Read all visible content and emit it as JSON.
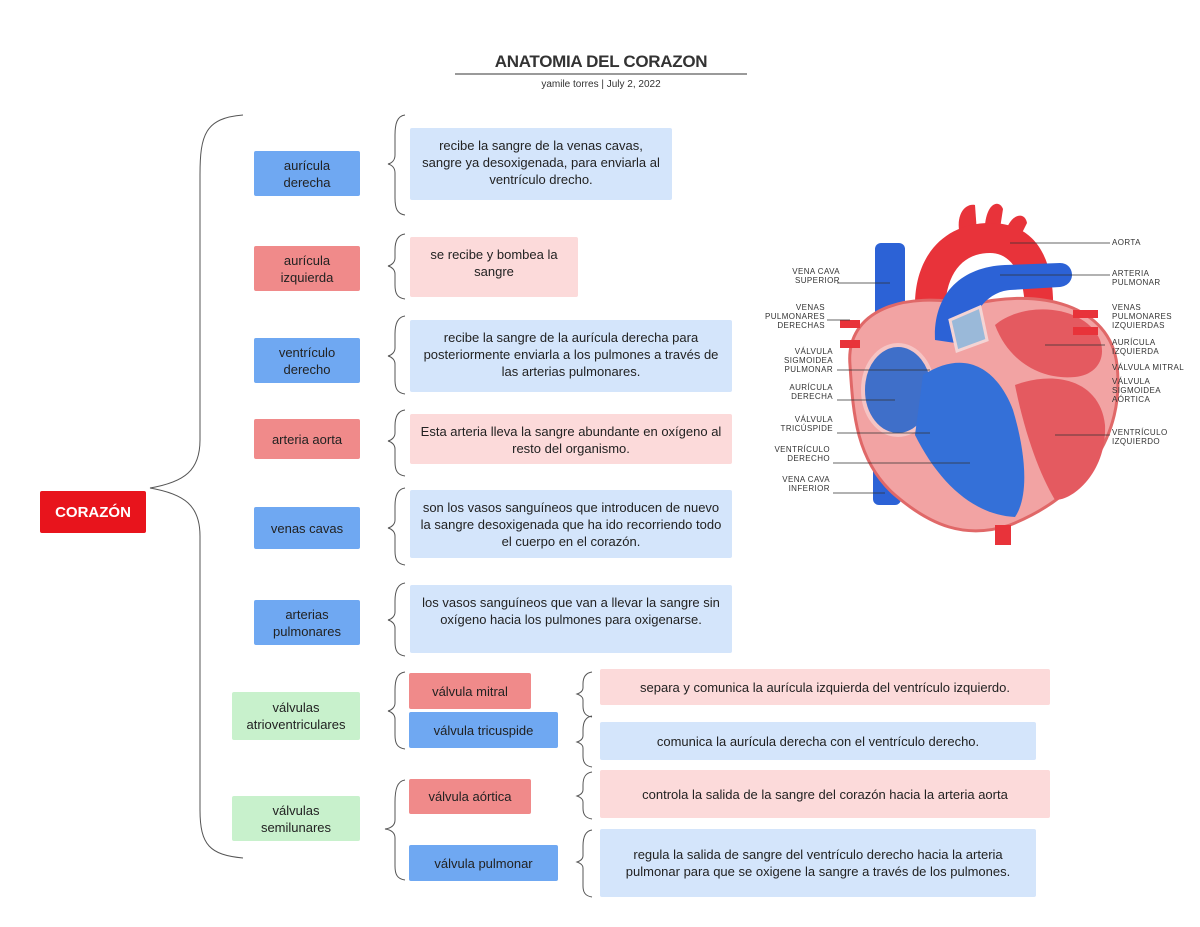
{
  "header": {
    "title": "ANATOMIA DEL CORAZON",
    "subtitle": "yamile torres  |  July 2, 2022"
  },
  "root": {
    "label": "CORAZÓN"
  },
  "branches": [
    {
      "label": "aurícula derecha",
      "description": "recibe la sangre de la venas cavas, sangre ya desoxigenada, para enviarla al ventrículo drecho."
    },
    {
      "label": "aurícula izquierda",
      "description": "se recibe y bombea la sangre"
    },
    {
      "label": "ventrículo derecho",
      "description": "recibe la sangre de la aurícula derecha para posteriormente enviarla a los pulmones a través de las arterias pulmonares."
    },
    {
      "label": "arteria aorta",
      "description": "Esta arteria lleva la sangre abundante en oxígeno al resto del organismo."
    },
    {
      "label": "venas cavas",
      "description": "son los vasos sanguíneos que introducen de nuevo la sangre desoxigenada que ha ido recorriendo todo el cuerpo en el corazón."
    },
    {
      "label": "arterias pulmonares",
      "description": "los vasos sanguíneos que van a llevar la sangre sin oxígeno hacia los pulmones para oxigenarse."
    }
  ],
  "valve_groups": [
    {
      "label": "válvulas atrioventriculares",
      "items": [
        {
          "label": "válvula mitral",
          "description": "separa y comunica la aurícula izquierda del ventrículo izquierdo."
        },
        {
          "label": "válvula tricuspide",
          "description": "comunica la aurícula derecha con el ventrículo derecho."
        }
      ]
    },
    {
      "label": "válvulas semilunares",
      "items": [
        {
          "label": "válvula aórtica",
          "description": "controla la salida de la sangre del corazón hacia la arteria aorta"
        },
        {
          "label": "válvula pulmonar",
          "description": "regula la salida de sangre del ventrículo derecho hacia la arteria pulmonar para que se oxigene la sangre a través de los pulmones."
        }
      ]
    }
  ],
  "heart_labels": {
    "left": [
      "VENA CAVA SUPERIOR",
      "VENAS PULMONARES DERECHAS",
      "VÁLVULA SIGMOIDEA PULMONAR",
      "AURÍCULA DERECHA",
      "VÁLVULA TRICÚSPIDE",
      "VENTRÍCULO DERECHO",
      "VENA CAVA INFERIOR"
    ],
    "right": [
      "AORTA",
      "ARTERIA PULMONAR",
      "VENAS PULMONARES IZQUIERDAS",
      "AURÍCULA IZQUIERDA",
      "VÁLVULA MITRAL",
      "VÁLVULA SIGMOIDEA AÓRTICA",
      "VENTRÍCULO IZQUIERDO"
    ]
  },
  "colors": {
    "root": "#e8141c",
    "blue_node": "#6fa8f2",
    "red_node": "#f08a8a",
    "green_node": "#c8f1cc",
    "blue_desc": "#d4e5fb",
    "red_desc": "#fcdada"
  }
}
